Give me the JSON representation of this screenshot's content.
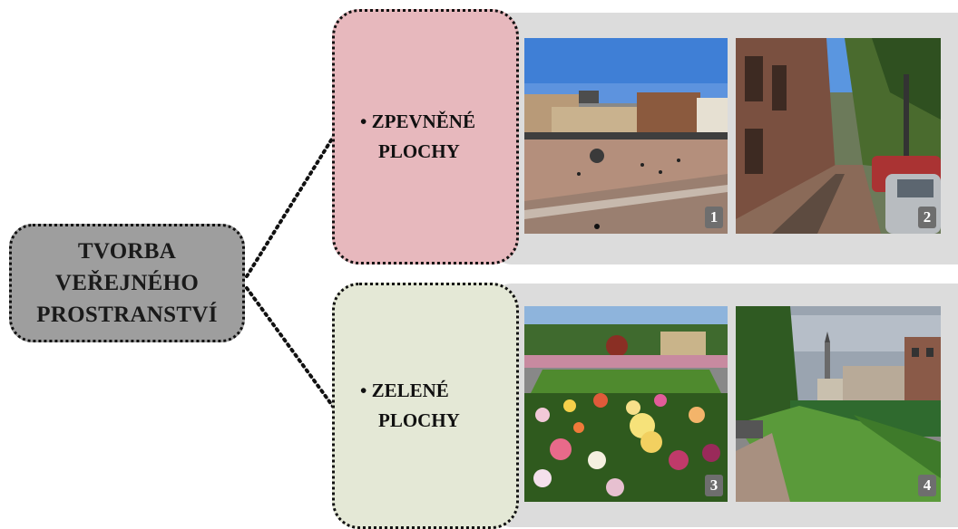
{
  "root": {
    "lines": [
      "TVORBA",
      "VEŘEJNÉHO",
      "PROSTRANSTVÍ"
    ]
  },
  "categories": [
    {
      "bullet": "•",
      "line1": "ZPEVNĚNÉ",
      "line2": "PLOCHY",
      "color": "#e7b8bd",
      "photos": [
        {
          "number": "1",
          "subject": "paved square"
        },
        {
          "number": "2",
          "subject": "street sidewalk"
        }
      ]
    },
    {
      "bullet": "•",
      "line1": "ZELENÉ",
      "line2": "PLOCHY",
      "color": "#e4e8d6",
      "photos": [
        {
          "number": "3",
          "subject": "tulip garden"
        },
        {
          "number": "4",
          "subject": "green lawn promenade"
        }
      ]
    }
  ],
  "colors": {
    "root_fill": "#9e9e9e",
    "panel_fill": "#dcdcdc"
  }
}
